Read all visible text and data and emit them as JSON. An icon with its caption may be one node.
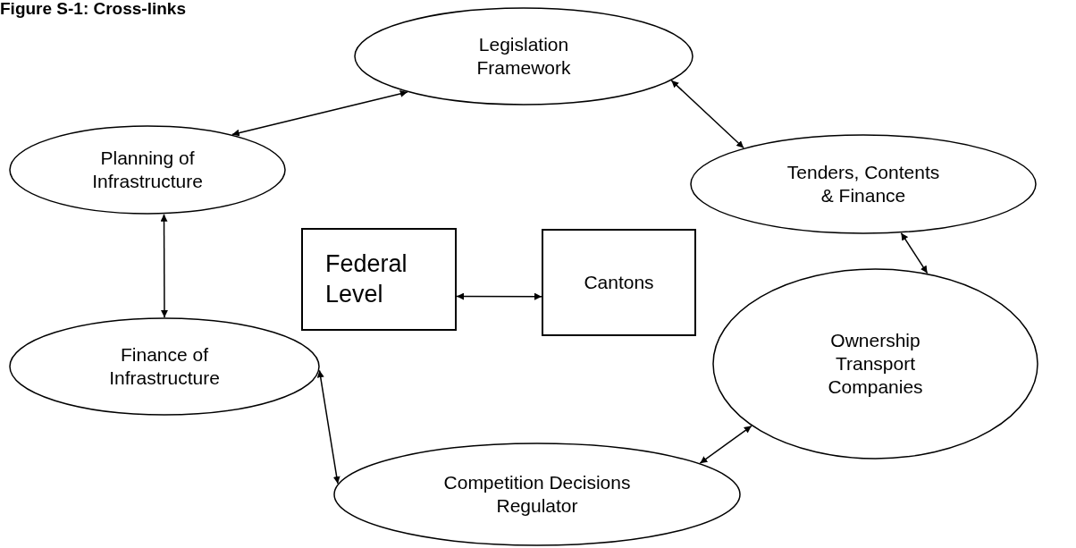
{
  "diagram": {
    "title": "Figure S-1: Cross-links",
    "nodes": [
      {
        "text": [
          "Legislation Framework"
        ]
      },
      {
        "text": [
          "Planning of Infrastructure"
        ]
      },
      {
        "text": [
          "Tenders, Contents & Finance"
        ]
      },
      {
        "text": [
          "Federal Level"
        ]
      },
      {
        "text": [
          "Cantons"
        ]
      },
      {
        "text": [
          "Finance of Infrastructure"
        ]
      },
      {
        "text": [
          "Ownership Transport Companies"
        ]
      },
      {
        "text": [
          "Competition Decisions Regulator"
        ]
      }
    ],
    "edges": [
      {
        "from": 0,
        "to": 1,
        "arrow": "both"
      },
      {
        "from": 0,
        "to": 2,
        "arrow": "both"
      },
      {
        "from": 1,
        "to": 5,
        "arrow": "both"
      },
      {
        "from": 3,
        "to": 4,
        "arrow": "both"
      },
      {
        "from": 2,
        "to": 6,
        "arrow": "both"
      },
      {
        "from": 5,
        "to": 7,
        "arrow": "both"
      },
      {
        "from": 6,
        "to": 7,
        "arrow": "both"
      }
    ]
  }
}
